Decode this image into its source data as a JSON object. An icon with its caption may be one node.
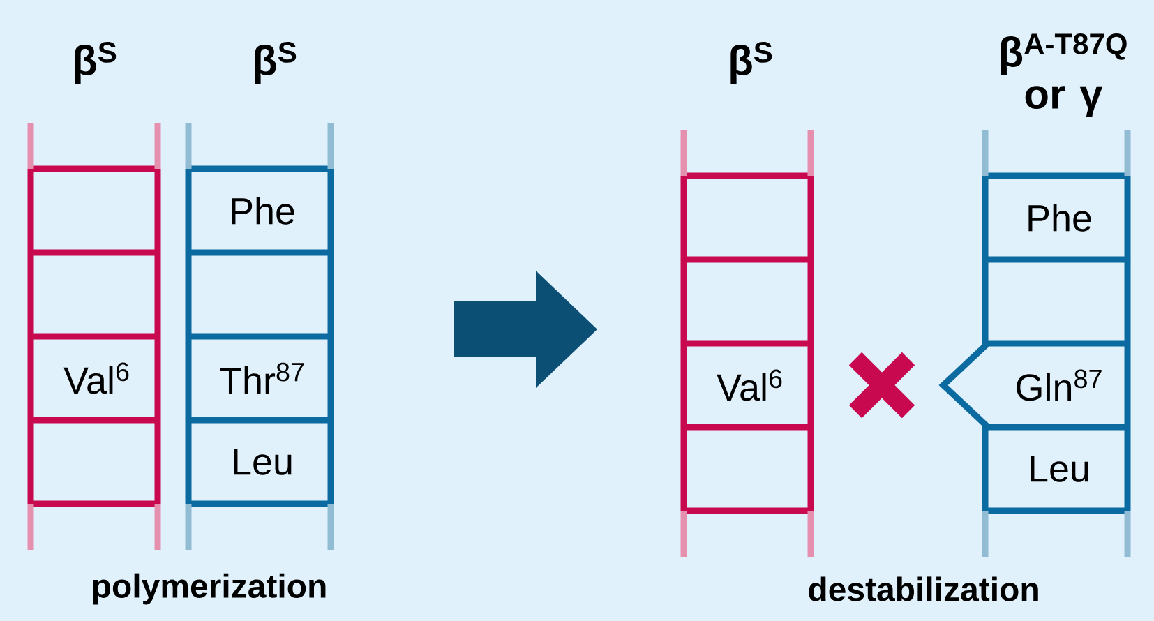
{
  "diagram": {
    "nodes": [
      {
        "text": [
          "β$^{S}$"
        ]
      },
      {
        "text": [
          "Val$^{6}$"
        ],
        "in": 0
      },
      {
        "text": [
          "β$^{S}$"
        ]
      },
      {
        "text": [
          "Phe"
        ],
        "in": 2
      },
      {
        "text": [
          "Thr$^{87}$"
        ],
        "in": 2
      },
      {
        "text": [
          "Leu"
        ],
        "in": 2
      },
      {
        "text": [],
        "shape": "arrow"
      },
      {
        "text": [
          "β$^{S}$"
        ]
      },
      {
        "text": [
          "Val$^{6}$"
        ],
        "in": 7
      },
      {
        "text": [
          "β$^{A-T87Q}$ or γ"
        ]
      },
      {
        "text": [
          "Phe"
        ],
        "in": 9
      },
      {
        "text": [
          "Gln$^{87}$"
        ],
        "in": 9
      },
      {
        "text": [
          "Leu"
        ],
        "in": 9
      }
    ],
    "labels": [
      "polymerization",
      "destabilization"
    ]
  }
}
